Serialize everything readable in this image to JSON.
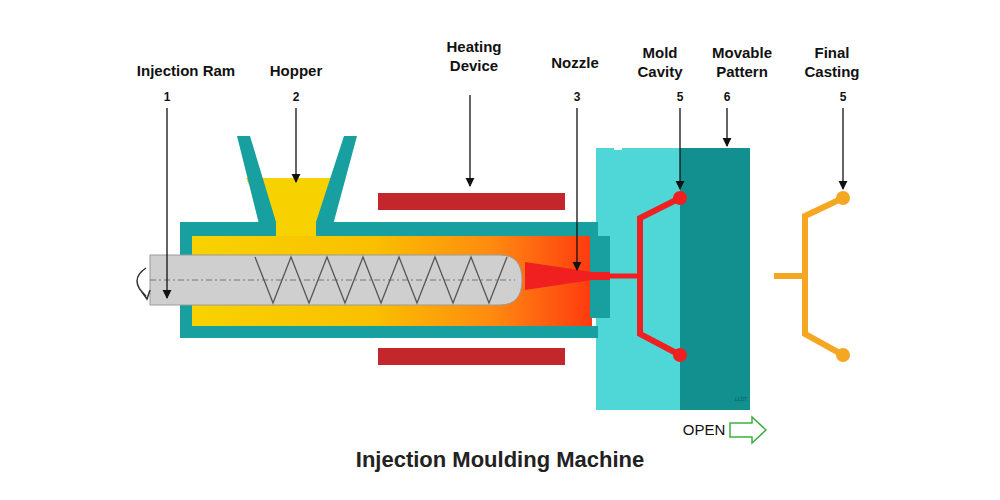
{
  "diagram": {
    "title": "Injection Moulding Machine",
    "labels": [
      "Injection Ram",
      "1",
      "Hopper",
      "2",
      "Heating Device",
      "Nozzle",
      "3",
      "Mold Cavity",
      "5",
      "Movable Pattern",
      "6",
      "Final Casting",
      "5",
      "OPEN",
      "LLDT"
    ]
  }
}
